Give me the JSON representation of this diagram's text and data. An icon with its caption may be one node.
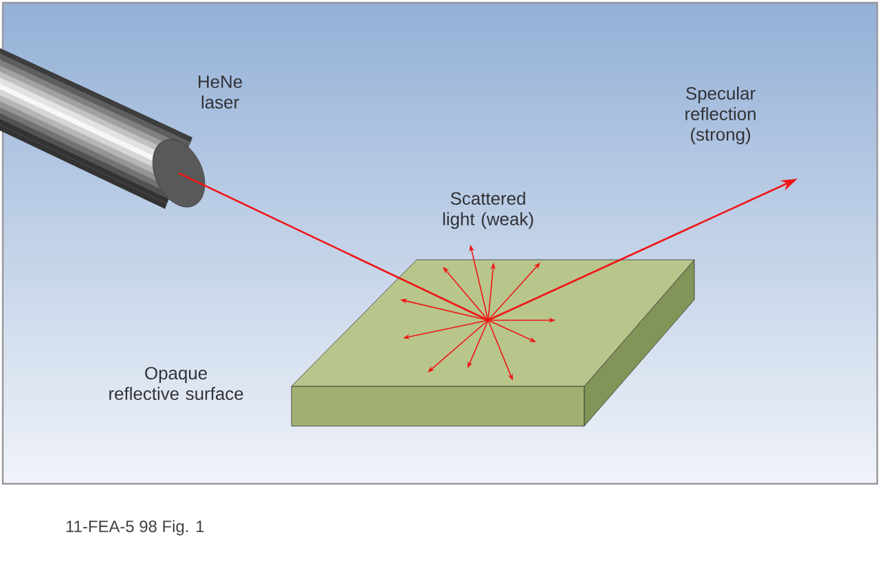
{
  "diagram": {
    "caption": "11-FEA-5 98 Fig. 1",
    "nodes": [
      {
        "text": [],
        "shape": "cylinder",
        "beside": [
          "HeNe laser"
        ]
      },
      {
        "text": [],
        "shape": "box",
        "beside": [
          "Opaque reflective surface"
        ]
      }
    ],
    "edges": [
      {
        "from": 0,
        "to": 1,
        "arrow": "none"
      },
      {
        "from": 1,
        "to": null,
        "arrow": "to"
      }
    ],
    "labels": [
      "Specular reflection (strong)",
      "Scattered light (weak)"
    ]
  }
}
